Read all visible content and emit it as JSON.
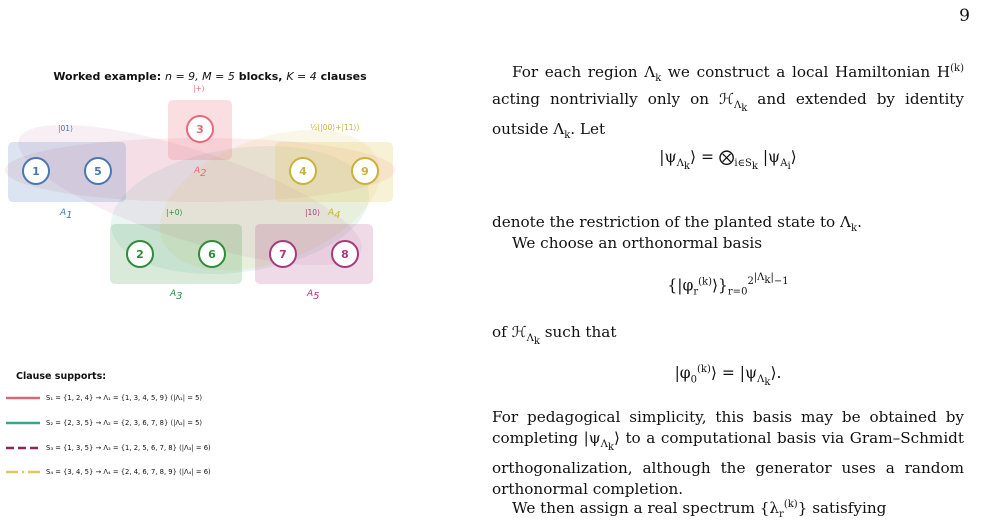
{
  "page_number": "9",
  "figure": {
    "title_bold_1": "Worked example: ",
    "title_params": "n = 9, M = 5",
    "title_bold_2": " blocks, ",
    "title_k": "K = 4",
    "title_bold_3": " clauses",
    "blocks": [
      {
        "label": "A1",
        "ket": "|01⟩",
        "qubits": [
          "1",
          "5"
        ],
        "color": "#4a77b4"
      },
      {
        "label": "A2",
        "ket": "|+⟩",
        "qubits": [
          "3"
        ],
        "color": "#e8697a"
      },
      {
        "label": "A3",
        "ket": "|+0⟩",
        "qubits": [
          "2",
          "6"
        ],
        "color": "#2e8b3a"
      },
      {
        "label": "A4",
        "ket": "½(|00⟩+|11⟩)",
        "qubits": [
          "4",
          "9"
        ],
        "color": "#c9b23a"
      },
      {
        "label": "A5",
        "ket": "|10⟩",
        "qubits": [
          "7",
          "8"
        ],
        "color": "#a8387d"
      }
    ],
    "clause_title": "Clause supports:",
    "clauses": [
      {
        "text": "S₁ = {1, 2, 4}  →  Λ₁ = {1, 3, 4, 5, 9}  (|Λ₁| = 5)",
        "color": "#d06a78",
        "style": "solid"
      },
      {
        "text": "S₂ = {2, 3, 5}  →  Λ₂ = {2, 3, 6, 7, 8}  (|Λ₂| = 5)",
        "color": "#3aa58e",
        "style": "solid"
      },
      {
        "text": "S₃ = {1, 3, 5}  →  Λ₃ = {1, 2, 5, 6, 7, 8}  (|Λ₃| = 6)",
        "color": "#8b2559",
        "style": "dashed"
      },
      {
        "text": "S₄ = {3, 4, 5}  →  Λ₄ = {2, 4, 6, 7, 8, 9}  (|Λ₄| = 6)",
        "color": "#e0c75a",
        "style": "dashdot"
      }
    ]
  },
  "text": {
    "p1": "For each region Λ<sub>k</sub> we construct a local Hamiltonian H<sup>(k)</sup> acting nontrivially only on ℋ<sub>Λ<sub>k</sub></sub> and extended by identity outside Λ<sub>k</sub>. Let",
    "eq1": "|ψ<sub>Λ<sub>k</sub></sub>⟩ = ⨂<sub>i∈S<sub>k</sub></sub> |ψ<sub>A<sub>i</sub></sub>⟩",
    "p2": "denote the restriction of the planted state to Λ<sub>k</sub>.",
    "p3": "We choose an orthonormal basis",
    "eq2": "{|φ<sub>r</sub><sup>(k)</sup>⟩}<sub>r=0</sub><sup>2<sup>|Λ<sub>k</sub>|</sup>−1</sup>",
    "p4": "of ℋ<sub>Λ<sub>k</sub></sub> such that",
    "eq3": "|φ<sub>0</sub><sup>(k)</sup>⟩ = |ψ<sub>Λ<sub>k</sub></sub>⟩.",
    "p5": "For pedagogical simplicity, this basis may be obtained by completing |ψ<sub>Λ<sub>k</sub></sub>⟩ to a computational basis via Gram–Schmidt orthogonalization, although the generator uses a random orthonormal completion.",
    "p6": "We then assign a real spectrum {λ<sub>r</sub><sup>(k)</sup>} satisfying"
  }
}
